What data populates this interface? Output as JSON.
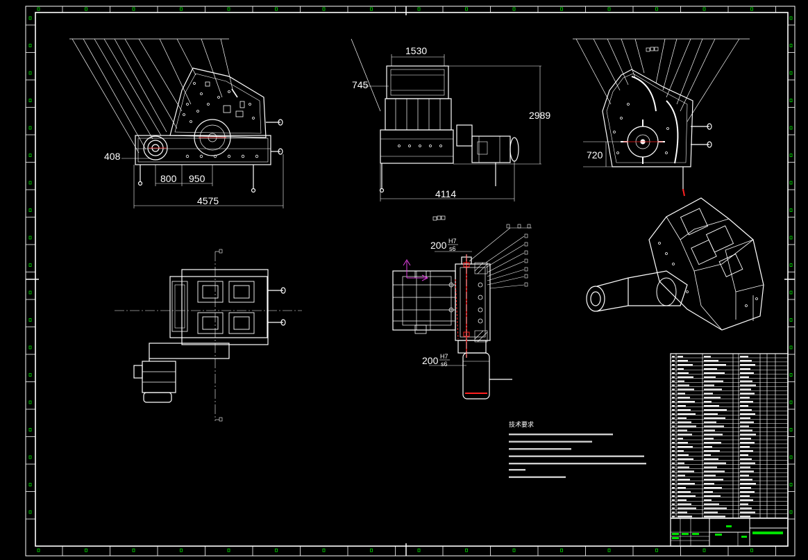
{
  "drawing": {
    "colors": {
      "background": "#000000",
      "line": "#ffffff",
      "accent": "#ff2020",
      "magenta": "#e040e0",
      "green": "#00e000"
    }
  },
  "views": {
    "front": {
      "dims": {
        "d408": "408",
        "d800": "800",
        "d950": "950",
        "d4575": "4575"
      }
    },
    "side": {
      "dims": {
        "d1530": "1530",
        "d745": "745",
        "d2989": "2989",
        "d4114": "4114"
      }
    },
    "right": {
      "dims": {
        "d720": "720"
      }
    },
    "section": {
      "fit_top": {
        "base": "200",
        "num": "H7",
        "den": "s6"
      },
      "fit_bottom": {
        "base": "200",
        "num": "H7",
        "den": "s6"
      }
    }
  },
  "notes": {
    "title": "技术要求"
  }
}
